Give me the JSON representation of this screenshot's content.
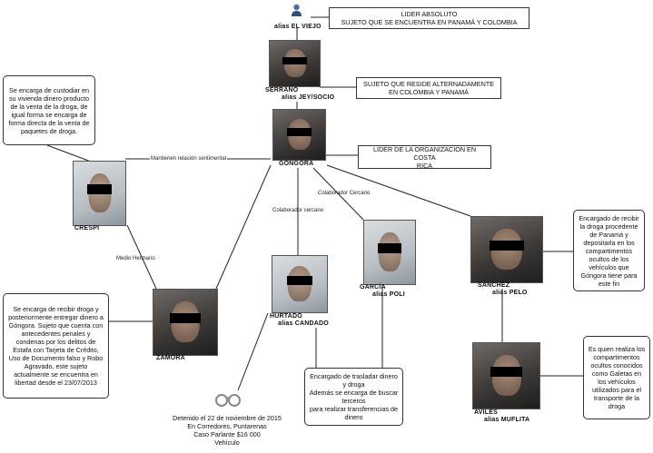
{
  "nodes": {
    "viejo": {
      "alias": "alias EL VIEJO",
      "desc": "LIDER ABSOLUTO\nSUJETO QUE SE ENCUENTRA EN PANAMÁ Y COLOMBIA"
    },
    "serrano": {
      "name": "SERRANO",
      "alias": "alias JEY/SOCIO",
      "desc": "SUJETO QUE RESIDE ALTERNADAMENTE\nEN COLOMBIA Y PANAMÁ"
    },
    "gongora": {
      "name": "GONGORA",
      "desc": "LIDER DE LA ORGANIZACION EN COSTA\nRICA"
    },
    "crespi": {
      "name": "CRESPI",
      "desc": "Se encarga de custodiar en su vivienda dinero producto de la venta de la droga, de igual forma se encarga de forma directa de la venta de paquetes de droga."
    },
    "zamora": {
      "name": "ZAMORA",
      "desc": "Se encarga de recibir droga y posteriormente entregar dinero a Góngora. Sujeto que cuenta con antecedentes penales y condenas por los delitos de Estafa con Tarjeta de Crédito, Uso de Documento falso y Robo Agravado, este sujeto actualmente se encuentra en libertad desde el 23/07/2013"
    },
    "hurtado": {
      "name": "HURTADO",
      "alias": "alias CANDADO",
      "desc": "Encargado de trasladar dinero y droga\nAdemás se encarga de buscar terceros\npara realizar transferencias de dinero"
    },
    "garcia": {
      "name": "GARCÍA",
      "alias": "alias POLI"
    },
    "sanchez": {
      "name": "SÁNCHEZ",
      "alias": "alias PELO",
      "desc": "Encargado de recibir la droga procedente de Panamá y depositarla en los compartimentos ocultos de los vehículos que Góngora tiene para este fin"
    },
    "aviles": {
      "name": "AVILES",
      "alias": "alias MUFLITA",
      "desc": "Es quien realiza los compartimentos ocultos conocidos como Galetas en los vehículos utilizados para el transporte de la droga"
    }
  },
  "relations": {
    "sentimental": "Mantienen relación sentimental",
    "collab1": "Colaborador cercano",
    "collab2": "Colaborador Cercano",
    "brother": "Medio Hermano"
  },
  "arrest": {
    "text": "Detenido el 22 de noviembre de 2015\nEn Corredores, Puntarenas\nCaso Parlante $16 000\nVehículo"
  }
}
